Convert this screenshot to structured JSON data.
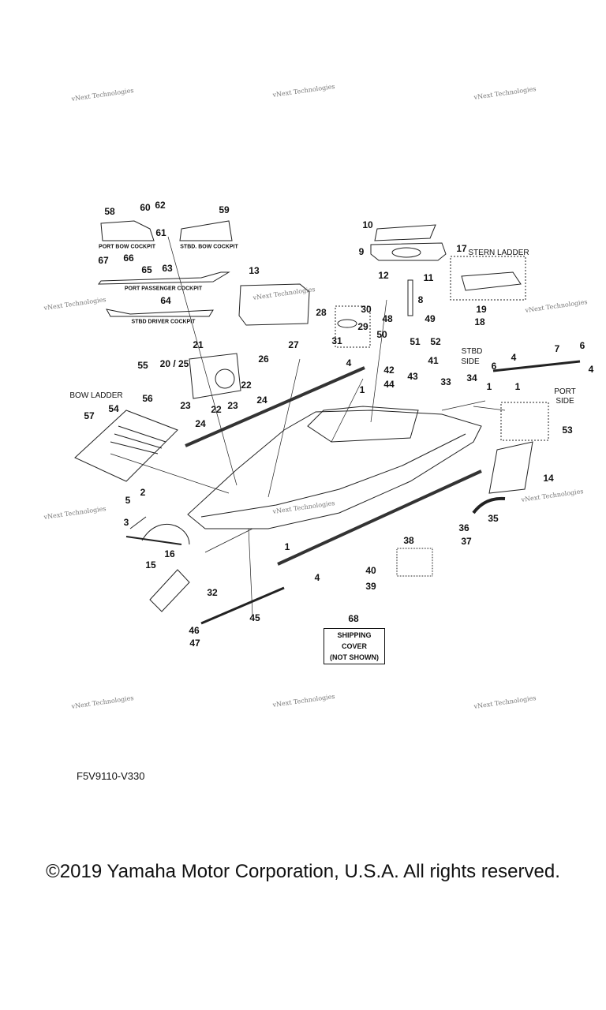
{
  "watermark": "vNext Technologies",
  "callouts": [
    "58",
    "60",
    "62",
    "61",
    "59",
    "67",
    "66",
    "65",
    "63",
    "13",
    "64",
    "10",
    "9",
    "17",
    "12",
    "11",
    "8",
    "28",
    "30",
    "29",
    "48",
    "49",
    "50",
    "51",
    "52",
    "19",
    "18",
    "21",
    "20 / 25",
    "27",
    "31",
    "26",
    "4",
    "1",
    "41",
    "42",
    "43",
    "44",
    "55",
    "56",
    "22",
    "24",
    "23",
    "23",
    "22",
    "24",
    "54",
    "57",
    "33",
    "34",
    "7",
    "6",
    "4",
    "4",
    "6",
    "1",
    "1",
    "53",
    "14",
    "5",
    "2",
    "3",
    "35",
    "36",
    "37",
    "38",
    "1",
    "4",
    "40",
    "39",
    "16",
    "15",
    "32",
    "45",
    "46",
    "47",
    "68"
  ],
  "captions": {
    "port_bow": "PORT BOW COCKPIT",
    "stbd_bow": "STBD. BOW COCKPIT",
    "port_passenger": "PORT PASSENGER COCKPIT",
    "stbd_driver": "STBD DRIVER COCKPIT"
  },
  "labels": {
    "stern_ladder": "STERN LADDER",
    "stbd_side_1": "STBD",
    "stbd_side_2": "SIDE",
    "port_side_1": "PORT",
    "port_side_2": "SIDE",
    "bow_ladder": "BOW LADDER",
    "shipping_cover_1": "SHIPPING COVER",
    "shipping_cover_2": "(NOT SHOWN)"
  },
  "diagram_code": "F5V9110-V330",
  "copyright": "©2019 Yamaha Motor Corporation, U.S.A. All rights reserved."
}
